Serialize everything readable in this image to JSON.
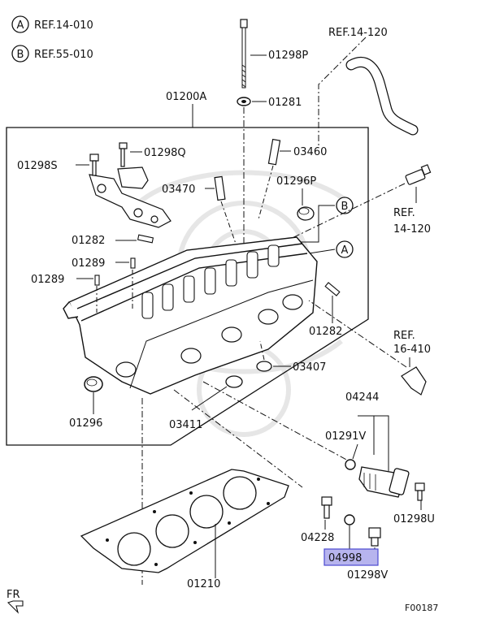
{
  "references": [
    {
      "circle": "A",
      "text": "REF.14-010"
    },
    {
      "circle": "B",
      "text": "REF.55-010"
    }
  ],
  "labels": {
    "p01298P": "01298P",
    "p01281": "01281",
    "p01200A": "01200A",
    "ref14_120_top": "REF.14-120",
    "p01298Q": "01298Q",
    "p01298S": "01298S",
    "p03460": "03460",
    "p01296P": "01296P",
    "p03470": "03470",
    "ref14_120_right_1": "REF.",
    "ref14_120_right_2": "14-120",
    "p01282_left": "01282",
    "p01289_a": "01289",
    "p01289_b": "01289",
    "p01282_right": "01282",
    "ref16_410_1": "REF.",
    "ref16_410_2": "16-410",
    "p03407": "03407",
    "p04244": "04244",
    "p01296": "01296",
    "p03411": "03411",
    "p01291V": "01291V",
    "p01298U": "01298U",
    "p04228": "04228",
    "p04998": "04998",
    "p01298V": "01298V",
    "p01210": "01210",
    "fr": "FR",
    "figure_code": "F00187"
  },
  "callouts": {
    "A": "A",
    "B": "B"
  },
  "colors": {
    "line": "#111111",
    "highlight_fill": "#b7b4ee",
    "highlight_stroke": "#4c4ad0",
    "watermark": "#e6e6e6"
  }
}
